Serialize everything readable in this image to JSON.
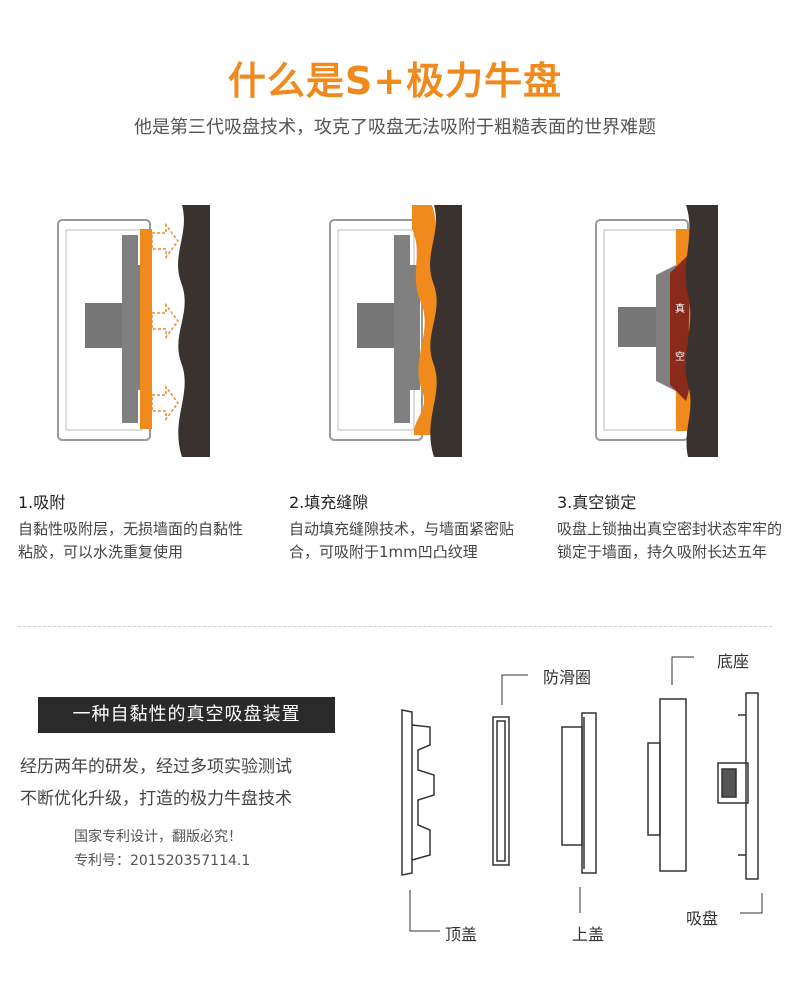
{
  "header": {
    "title": "什么是S+极力牛盘",
    "subtitle": "他是第三代吸盘技术，攻克了吸盘无法吸附于粗糙表面的世界难题"
  },
  "steps": [
    {
      "title": "1.吸附",
      "desc": "自黏性吸附层，无损墙面的自黏性粘胶，可以水洗重复使用"
    },
    {
      "title": "2.填充缝隙",
      "desc": "自动填充缝隙技术，与墙面紧密贴合，可吸附于1mm凹凸纹理"
    },
    {
      "title": "3.真空锁定",
      "desc": "吸盘上锁抽出真空密封状态牢牢的锁定于墙面，持久吸附长达五年"
    }
  ],
  "vacuum_text": [
    "真",
    "空"
  ],
  "product": {
    "banner": "一种自黏性的真空吸盘装置",
    "lead_line1": "经历两年的研发，经过多项实验测试",
    "lead_line2": "不断优化升级，打造的极力牛盘技术",
    "patent_line1": "国家专利设计，翻版必究！",
    "patent_line2": "专利号：201520357114.1"
  },
  "parts": {
    "anti_slip": "防滑圈",
    "base": "底座",
    "top_cap": "顶盖",
    "upper_cap": "上盖",
    "suction": "吸盘"
  },
  "colors": {
    "accent": "#f08a1c",
    "wall": "#3a322f",
    "vacuum": "#8a2a1a"
  }
}
